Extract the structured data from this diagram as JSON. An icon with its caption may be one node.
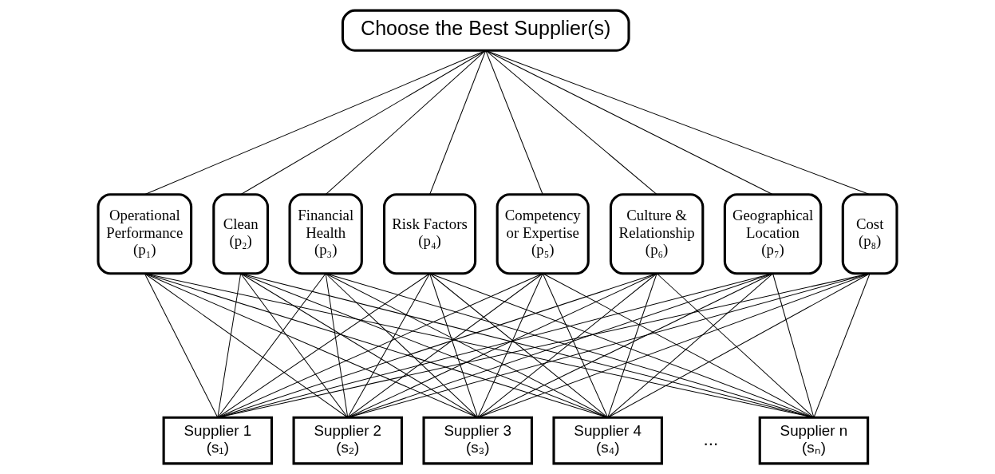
{
  "diagram": {
    "nodes": [
      {
        "text": [
          "Choose the Best Supplier(s)"
        ]
      },
      {
        "text": [
          "Operational Performance",
          "(p₁)"
        ]
      },
      {
        "text": [
          "Clean",
          "(p₂)"
        ]
      },
      {
        "text": [
          "Financial Health",
          "(p₃)"
        ]
      },
      {
        "text": [
          "Risk Factors",
          "(p₄)"
        ]
      },
      {
        "text": [
          "Competency or Expertise",
          "(p₅)"
        ]
      },
      {
        "text": [
          "Culture & Relationship",
          "(p₆)"
        ]
      },
      {
        "text": [
          "Geographical Location",
          "(p₇)"
        ]
      },
      {
        "text": [
          "Cost",
          "(p₈)"
        ]
      },
      {
        "text": [
          "Supplier 1",
          "(s₁)"
        ]
      },
      {
        "text": [
          "Supplier 2",
          "(s₂)"
        ]
      },
      {
        "text": [
          "Supplier 3",
          "(s₃)"
        ]
      },
      {
        "text": [
          "Supplier 4",
          "(s₄)"
        ]
      },
      {
        "text": [
          "Supplier n",
          "(sₙ)"
        ]
      }
    ],
    "edges": [
      {
        "from": 0,
        "to": 1,
        "arrow": "none"
      },
      {
        "from": 0,
        "to": 2,
        "arrow": "none"
      },
      {
        "from": 0,
        "to": 3,
        "arrow": "none"
      },
      {
        "from": 0,
        "to": 4,
        "arrow": "none"
      },
      {
        "from": 0,
        "to": 5,
        "arrow": "none"
      },
      {
        "from": 0,
        "to": 6,
        "arrow": "none"
      },
      {
        "from": 0,
        "to": 7,
        "arrow": "none"
      },
      {
        "from": 0,
        "to": 8,
        "arrow": "none"
      },
      {
        "from": 1,
        "to": 9,
        "arrow": "none"
      },
      {
        "from": 1,
        "to": 10,
        "arrow": "none"
      },
      {
        "from": 1,
        "to": 11,
        "arrow": "none"
      },
      {
        "from": 1,
        "to": 12,
        "arrow": "none"
      },
      {
        "from": 1,
        "to": 13,
        "arrow": "none"
      },
      {
        "from": 2,
        "to": 9,
        "arrow": "none"
      },
      {
        "from": 2,
        "to": 10,
        "arrow": "none"
      },
      {
        "from": 2,
        "to": 11,
        "arrow": "none"
      },
      {
        "from": 2,
        "to": 12,
        "arrow": "none"
      },
      {
        "from": 2,
        "to": 13,
        "arrow": "none"
      },
      {
        "from": 3,
        "to": 9,
        "arrow": "none"
      },
      {
        "from": 3,
        "to": 10,
        "arrow": "none"
      },
      {
        "from": 3,
        "to": 11,
        "arrow": "none"
      },
      {
        "from": 3,
        "to": 12,
        "arrow": "none"
      },
      {
        "from": 3,
        "to": 13,
        "arrow": "none"
      },
      {
        "from": 4,
        "to": 9,
        "arrow": "none"
      },
      {
        "from": 4,
        "to": 10,
        "arrow": "none"
      },
      {
        "from": 4,
        "to": 11,
        "arrow": "none"
      },
      {
        "from": 4,
        "to": 12,
        "arrow": "none"
      },
      {
        "from": 4,
        "to": 13,
        "arrow": "none"
      },
      {
        "from": 5,
        "to": 9,
        "arrow": "none"
      },
      {
        "from": 5,
        "to": 10,
        "arrow": "none"
      },
      {
        "from": 5,
        "to": 11,
        "arrow": "none"
      },
      {
        "from": 5,
        "to": 12,
        "arrow": "none"
      },
      {
        "from": 5,
        "to": 13,
        "arrow": "none"
      },
      {
        "from": 6,
        "to": 9,
        "arrow": "none"
      },
      {
        "from": 6,
        "to": 10,
        "arrow": "none"
      },
      {
        "from": 6,
        "to": 11,
        "arrow": "none"
      },
      {
        "from": 6,
        "to": 12,
        "arrow": "none"
      },
      {
        "from": 6,
        "to": 13,
        "arrow": "none"
      },
      {
        "from": 7,
        "to": 9,
        "arrow": "none"
      },
      {
        "from": 7,
        "to": 10,
        "arrow": "none"
      },
      {
        "from": 7,
        "to": 11,
        "arrow": "none"
      },
      {
        "from": 7,
        "to": 12,
        "arrow": "none"
      },
      {
        "from": 7,
        "to": 13,
        "arrow": "none"
      },
      {
        "from": 8,
        "to": 9,
        "arrow": "none"
      },
      {
        "from": 8,
        "to": 10,
        "arrow": "none"
      },
      {
        "from": 8,
        "to": 11,
        "arrow": "none"
      },
      {
        "from": 8,
        "to": 12,
        "arrow": "none"
      },
      {
        "from": 8,
        "to": 13,
        "arrow": "none"
      }
    ],
    "labels": [
      "..."
    ]
  }
}
